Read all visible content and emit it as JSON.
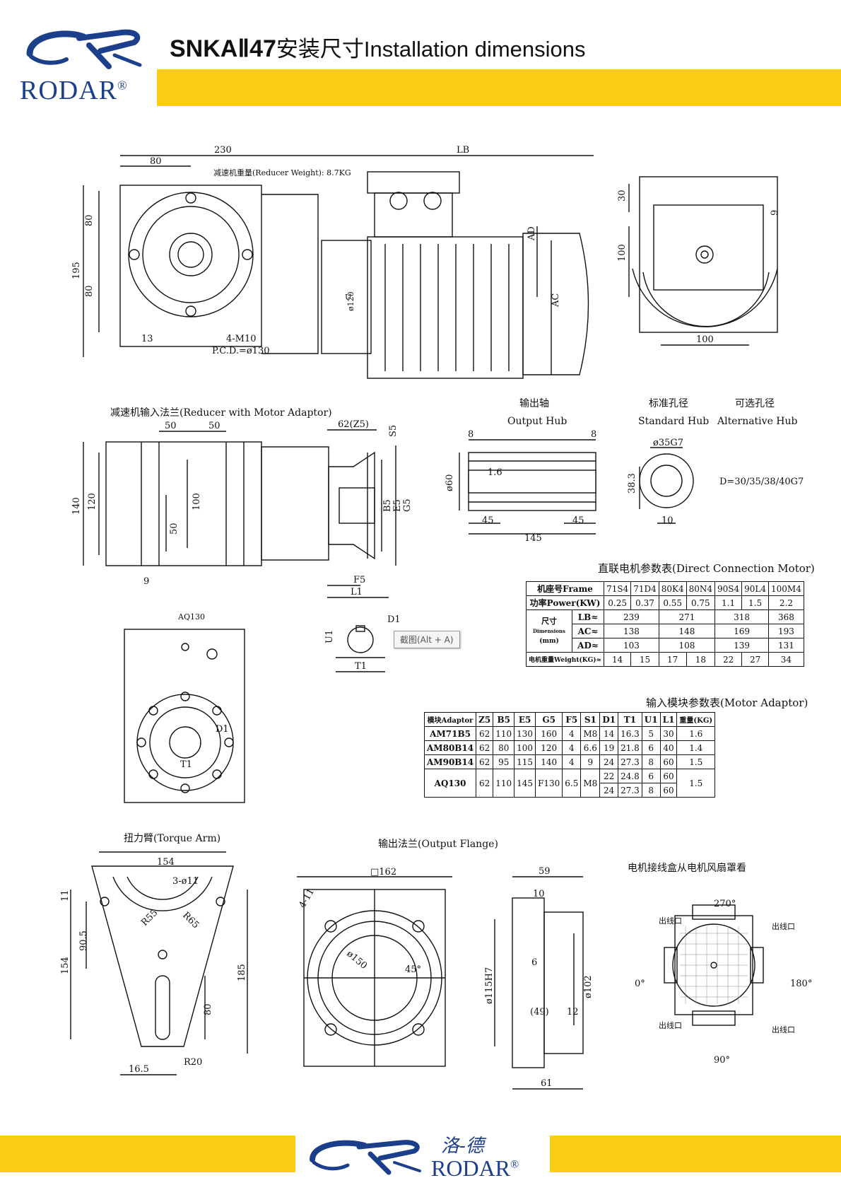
{
  "header": {
    "brand": "RODAR",
    "registered": "®",
    "title_model": "SNKAⅡ47",
    "title_rest": "安装尺寸Installation dimensions"
  },
  "footer": {
    "brand": "RODAR",
    "registered": "®",
    "brand_cn": "洛-德"
  },
  "top_view": {
    "dim_230": "230",
    "dim_lb": "LB",
    "dim_80_top": "80",
    "weight": "减速机重量(Reducer Weight): 8.7KG",
    "dim_80_a": "80",
    "dim_80_b": "80",
    "dim_195": "195",
    "dim_13": "13",
    "bolt": "4-M10",
    "pcd": "P.C.D.=ø130",
    "dim_ad": "AD",
    "dim_ac": "AC",
    "dim_120": "ø120",
    "dim_u": "U"
  },
  "side_view": {
    "dim_30": "30",
    "dim_9": "9",
    "dim_100_v": "100",
    "dim_100_h": "100"
  },
  "adaptor_view": {
    "caption": "减速机输入法兰(Reducer with Motor Adaptor)",
    "dim_50a": "50",
    "dim_50b": "50",
    "dim_140": "140",
    "dim_120": "120",
    "dim_100": "100",
    "dim_50v": "50",
    "dim_9": "9",
    "dim_62": "62(Z5)",
    "dim_s5": "S5",
    "dim_b5": "B5",
    "dim_e5": "E5",
    "dim_g5": "G5",
    "dim_f5": "F5",
    "dim_l1": "L1"
  },
  "hub": {
    "title_cn": "输出轴",
    "title_en": "Output Hub",
    "std_cn": "标准孔径",
    "std_en": "Standard Hub",
    "alt_cn": "可选孔径",
    "alt_en": "Alternative Hub",
    "dim_8a": "8",
    "dim_8b": "8",
    "dim_60": "ø60",
    "dim_16": "1.6",
    "dim_45a": "45",
    "dim_45b": "45",
    "dim_145": "145",
    "dim_35": "ø35G7",
    "dim_383": "38.3",
    "dim_10": "10",
    "alt_d": "D=30/35/38/40G7"
  },
  "aq_view": {
    "title": "AQ130",
    "d1": "D1",
    "t1": "T1"
  },
  "key_view": {
    "d1": "D1",
    "u1": "U1",
    "t1": "T1"
  },
  "tooltip": "截图(Alt + A)",
  "table_motor": {
    "caption": "直联电机参数表(Direct Connection Motor)",
    "frame_label": "机座号Frame",
    "frames": [
      "71S4",
      "71D4",
      "80K4",
      "80N4",
      "90S4",
      "90L4",
      "100M4"
    ],
    "power_label": "功率Power(KW)",
    "power": [
      "0.25",
      "0.37",
      "0.55",
      "0.75",
      "1.1",
      "1.5",
      "2.2"
    ],
    "dim_label_cn": "尺寸",
    "dim_label_en": "Dimensions",
    "dim_label_unit": "(mm)",
    "lb_label": "LB≈",
    "lb": [
      "239",
      "271",
      "318",
      "368"
    ],
    "ac_label": "AC≈",
    "ac": [
      "138",
      "148",
      "169",
      "193"
    ],
    "ad_label": "AD≈",
    "ad": [
      "103",
      "108",
      "139",
      "131"
    ],
    "weight_label": "电机重量Weight(KG)≈",
    "weight": [
      "14",
      "15",
      "17",
      "18",
      "22",
      "27",
      "34"
    ]
  },
  "table_adaptor": {
    "caption": "输入模块参数表(Motor Adaptor)",
    "headers": [
      "模块Adaptor",
      "Z5",
      "B5",
      "E5",
      "G5",
      "F5",
      "S1",
      "D1",
      "T1",
      "U1",
      "L1",
      "重量(KG)"
    ],
    "rows": [
      [
        "AM71B5",
        "62",
        "110",
        "130",
        "160",
        "4",
        "M8",
        "14",
        "16.3",
        "5",
        "30",
        "1.6"
      ],
      [
        "AM80B14",
        "62",
        "80",
        "100",
        "120",
        "4",
        "6.6",
        "19",
        "21.8",
        "6",
        "40",
        "1.4"
      ],
      [
        "AM90B14",
        "62",
        "95",
        "115",
        "140",
        "4",
        "9",
        "24",
        "27.3",
        "8",
        "60",
        "1.5"
      ]
    ],
    "aq": {
      "name": "AQ130",
      "z5": "62",
      "b5": "110",
      "e5": "145",
      "g5": "F130",
      "f5": "6.5",
      "s1": "M8",
      "d1": [
        "22",
        "24"
      ],
      "t1": [
        "24.8",
        "27.3"
      ],
      "u1": [
        "6",
        "8"
      ],
      "l1": [
        "60",
        "60"
      ],
      "weight": "1.5"
    }
  },
  "torque_arm": {
    "caption": "扭力臂(Torque Arm)",
    "dim_154h": "154",
    "dim_3holes": "3-ø11",
    "dim_r55": "R55",
    "dim_r65": "R65",
    "dim_11": "11",
    "dim_905": "90.5",
    "dim_154v": "154",
    "dim_185": "185",
    "dim_80": "80",
    "dim_165": "16.5",
    "dim_r20": "R20"
  },
  "output_flange": {
    "caption": "输出法兰(Output Flange)",
    "dim_162": "□162",
    "dim_4_11": "4-11",
    "dim_150": "ø150",
    "dim_45": "45°",
    "dim_59": "59",
    "dim_10": "10",
    "dim_6": "6",
    "dim_115": "ø115H7",
    "dim_102": "ø102",
    "dim_49": "(49)",
    "dim_12": "12",
    "dim_61": "61"
  },
  "terminal_box": {
    "caption": "电机接线盒从电机风扇罩看",
    "deg_270": "270°",
    "deg_0": "0°",
    "deg_180": "180°",
    "deg_90": "90°",
    "outlet": "出线口"
  }
}
